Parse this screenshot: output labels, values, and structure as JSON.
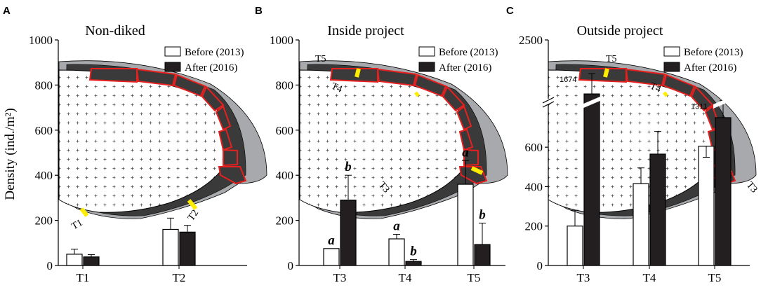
{
  "colors": {
    "before": "#ffffff",
    "after": "#231f20",
    "bar_stroke": "#000000",
    "outer_land": "#a7a9ac",
    "inner_land": "#3a3a3a",
    "dike": "#e6201e",
    "transect": "#ffed00",
    "interior_fill": "#ffffff",
    "interior_dots": "#4d4d4d"
  },
  "axis": {
    "ylabel": "Density (ind./m²)"
  },
  "legend": {
    "before": "Before (2013)",
    "after": "After   (2016)",
    "after_c": "After   (2016)"
  },
  "chart_data": [
    {
      "panel": "A",
      "type": "bar",
      "title": "Non-diked",
      "categories": [
        "T1",
        "T2"
      ],
      "series": [
        {
          "name": "Before (2013)",
          "values": [
            50,
            160
          ],
          "errors": [
            22,
            50
          ]
        },
        {
          "name": "After   (2016)",
          "values": [
            38,
            148
          ],
          "errors": [
            10,
            30
          ]
        }
      ],
      "ylim": [
        0,
        1000
      ],
      "yticks": [
        "0",
        "200",
        "400",
        "600",
        "800",
        "1000"
      ],
      "map_labels": [
        "T1",
        "T2"
      ],
      "significance": []
    },
    {
      "panel": "B",
      "type": "bar",
      "title": "Inside project",
      "categories": [
        "T3",
        "T4",
        "T5"
      ],
      "series": [
        {
          "name": "Before (2013)",
          "values": [
            75,
            118,
            360
          ],
          "errors": [
            0,
            20,
            105
          ]
        },
        {
          "name": "After   (2016)",
          "values": [
            290,
            18,
            93
          ],
          "errors": [
            110,
            8,
            95
          ]
        }
      ],
      "ylim": [
        0,
        1000
      ],
      "yticks": [
        "0",
        "200",
        "400",
        "600",
        "800",
        "1000"
      ],
      "map_labels": [
        "T5",
        "T4",
        "T3"
      ],
      "significance": [
        [
          "a",
          "b"
        ],
        [
          "a",
          "b"
        ],
        [
          "a",
          "b"
        ]
      ]
    },
    {
      "panel": "C",
      "type": "bar",
      "title": "Outside project",
      "categories": [
        "T3",
        "T4",
        "T5"
      ],
      "series": [
        {
          "name": "Before (2013)",
          "values": [
            200,
            415,
            605
          ],
          "errors": [
            80,
            80,
            100
          ]
        },
        {
          "name": "After   (2016)",
          "values": [
            1674,
            565,
            1311
          ],
          "errors": [
            310,
            115,
            260
          ]
        }
      ],
      "ylim": [
        0,
        2500
      ],
      "axis_break": [
        700,
        2200
      ],
      "yticks": [
        "0",
        "200",
        "400",
        "600",
        "2500"
      ],
      "value_labels": [
        "1674",
        "",
        "1311"
      ],
      "map_labels": [
        "T5",
        "T4",
        "T3"
      ],
      "significance": []
    }
  ]
}
